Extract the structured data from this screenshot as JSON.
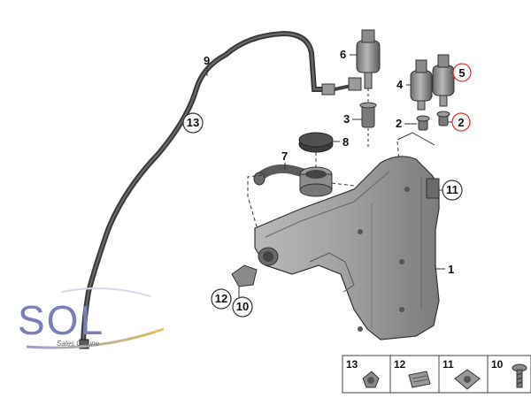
{
  "callouts": {
    "c1": "1",
    "c2a": "2",
    "c2b": "2",
    "c3": "3",
    "c4": "4",
    "c5": "5",
    "c6": "6",
    "c7": "7",
    "c8": "8",
    "c9": "9",
    "c10": "10",
    "c11": "11",
    "c12": "12",
    "c13": "13"
  },
  "legend": {
    "items": [
      {
        "label": "13",
        "icon": "hose-clip-icon"
      },
      {
        "label": "12",
        "icon": "spring-nut-icon"
      },
      {
        "label": "11",
        "icon": "speed-nut-icon"
      },
      {
        "label": "10",
        "icon": "screw-icon"
      }
    ]
  },
  "logo": {
    "text": "SOL",
    "subtitle": "Sales OnLine"
  },
  "colors": {
    "highlight_circle": "#e0302f",
    "part_gray": "#8a8a8a",
    "logo": "#7a7fb8"
  }
}
